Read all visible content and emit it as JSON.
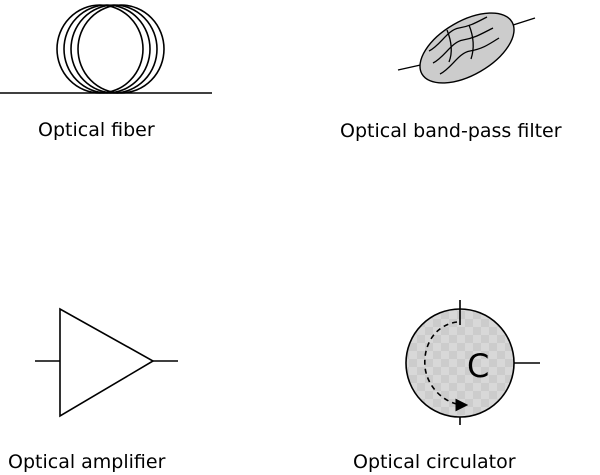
{
  "symbols": {
    "fiber": {
      "label": "Optical fiber",
      "icon": "optical-fiber-coil"
    },
    "filter": {
      "label": "Optical band-pass filter",
      "icon": "band-pass-filter-ellipse",
      "fill": "#cccccc"
    },
    "amplifier": {
      "label": "Optical amplifier",
      "icon": "amplifier-triangle"
    },
    "circulator": {
      "label": "Optical circulator",
      "letter": "C",
      "icon": "circulator-disc",
      "fill": "#cccccc"
    }
  }
}
